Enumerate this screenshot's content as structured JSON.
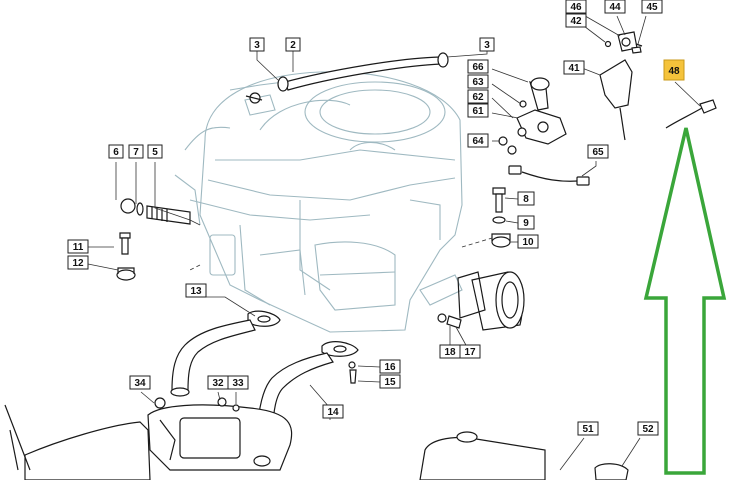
{
  "callouts": [
    {
      "id": "c2",
      "label": "2"
    },
    {
      "id": "c3a",
      "label": "3"
    },
    {
      "id": "c3b",
      "label": "3"
    },
    {
      "id": "c5",
      "label": "5"
    },
    {
      "id": "c6",
      "label": "6"
    },
    {
      "id": "c7",
      "label": "7"
    },
    {
      "id": "c8",
      "label": "8"
    },
    {
      "id": "c9",
      "label": "9"
    },
    {
      "id": "c10",
      "label": "10"
    },
    {
      "id": "c11",
      "label": "11"
    },
    {
      "id": "c12",
      "label": "12"
    },
    {
      "id": "c13",
      "label": "13"
    },
    {
      "id": "c14",
      "label": "14"
    },
    {
      "id": "c15",
      "label": "15"
    },
    {
      "id": "c16",
      "label": "16"
    },
    {
      "id": "c17",
      "label": "17"
    },
    {
      "id": "c18",
      "label": "18"
    },
    {
      "id": "c32",
      "label": "32"
    },
    {
      "id": "c33",
      "label": "33"
    },
    {
      "id": "c34",
      "label": "34"
    },
    {
      "id": "c41",
      "label": "41"
    },
    {
      "id": "c42",
      "label": "42"
    },
    {
      "id": "c44",
      "label": "44"
    },
    {
      "id": "c45",
      "label": "45"
    },
    {
      "id": "c46",
      "label": "46"
    },
    {
      "id": "c48",
      "label": "48"
    },
    {
      "id": "c51",
      "label": "51"
    },
    {
      "id": "c52",
      "label": "52"
    },
    {
      "id": "c61",
      "label": "61"
    },
    {
      "id": "c62",
      "label": "62"
    },
    {
      "id": "c63",
      "label": "63"
    },
    {
      "id": "c64",
      "label": "64"
    },
    {
      "id": "c65",
      "label": "65"
    },
    {
      "id": "c66",
      "label": "66"
    }
  ],
  "colors": {
    "highlight": "#f5c33b",
    "arrow": "#3aa63a",
    "ghost_engine": "#9fb9c1",
    "ink": "#1a1a1a"
  }
}
